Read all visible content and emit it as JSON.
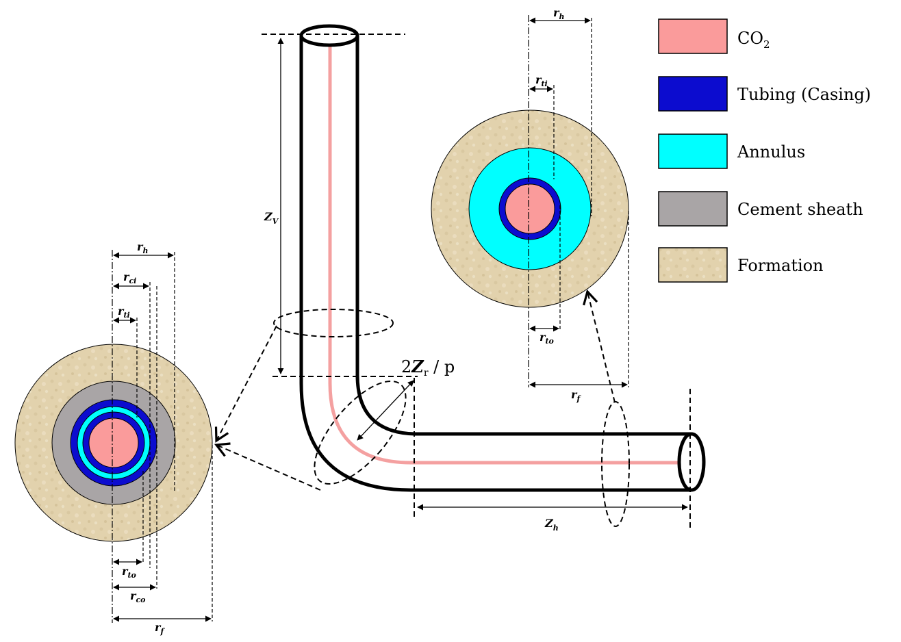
{
  "legend": {
    "items": [
      {
        "label": "CO",
        "sub": "2",
        "color": "#fa9b9b"
      },
      {
        "label": "Tubing (Casing)",
        "sub": "",
        "color": "#0c0ccf"
      },
      {
        "label": "Annulus",
        "sub": "",
        "color": "#00ffff"
      },
      {
        "label": "Cement sheath",
        "sub": "",
        "color": "#a9a5a6"
      },
      {
        "label": "Formation",
        "sub": "",
        "color": "#e3d3b0"
      }
    ]
  },
  "pipe_labels": {
    "vertical": {
      "var": "Z",
      "sub": "V"
    },
    "bend": {
      "pre": "2",
      "var": "Z",
      "sub": "r",
      "post": " / p"
    },
    "horizontal": {
      "var": "Z",
      "sub": "h"
    }
  },
  "left_section": {
    "top_labels": [
      {
        "var": "r",
        "sub": "h"
      },
      {
        "var": "r",
        "sub": "ci"
      },
      {
        "var": "r",
        "sub": "ti"
      }
    ],
    "bottom_labels": [
      {
        "var": "r",
        "sub": "to"
      },
      {
        "var": "r",
        "sub": "co"
      },
      {
        "var": "r",
        "sub": "f"
      }
    ]
  },
  "right_section": {
    "top_labels": [
      {
        "var": "r",
        "sub": "h"
      },
      {
        "var": "r",
        "sub": "ti"
      }
    ],
    "bottom_labels": [
      {
        "var": "r",
        "sub": "to"
      },
      {
        "var": "r",
        "sub": "f"
      }
    ]
  }
}
